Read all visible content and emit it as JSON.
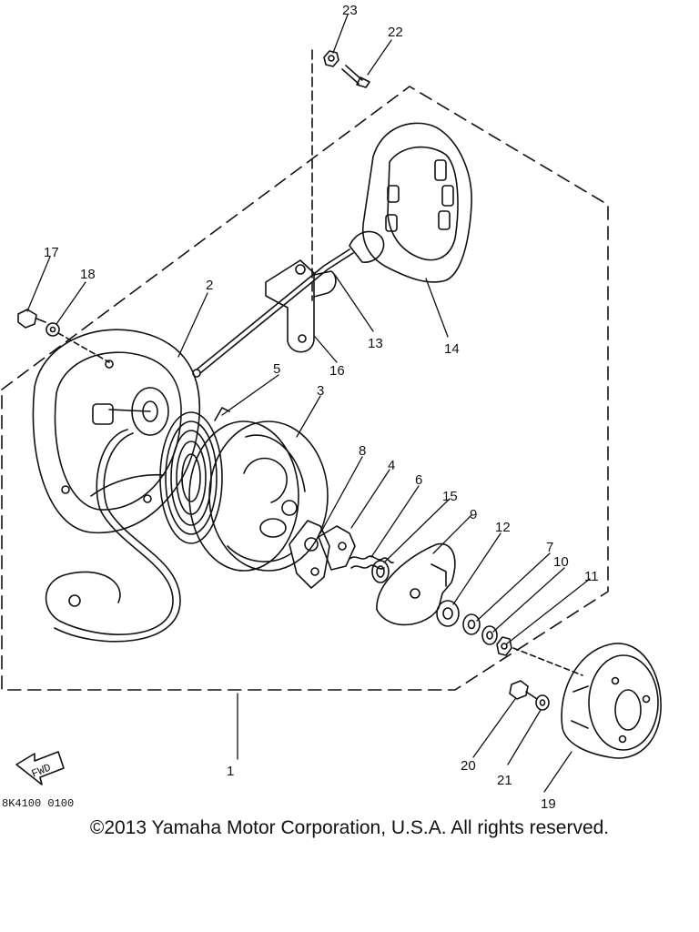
{
  "diagram": {
    "callouts": [
      "1",
      "2",
      "3",
      "4",
      "5",
      "6",
      "7",
      "8",
      "9",
      "10",
      "11",
      "12",
      "13",
      "14",
      "15",
      "16",
      "17",
      "18",
      "19",
      "20",
      "21",
      "22",
      "23"
    ],
    "drawing_code": "8K4100 0100",
    "fwd_label": "FWD",
    "copyright": "©2013 Yamaha Motor Corporation, U.S.A. All rights reserved."
  }
}
